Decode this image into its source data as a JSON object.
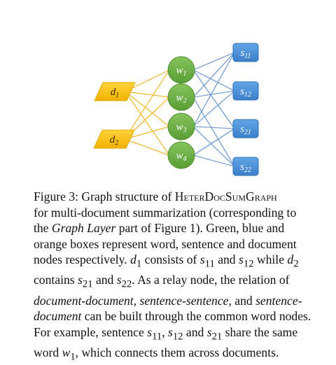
{
  "diagram": {
    "documents": [
      {
        "id": "d1",
        "base": "d",
        "sub": "1"
      },
      {
        "id": "d2",
        "base": "d",
        "sub": "2"
      }
    ],
    "words": [
      {
        "id": "w1",
        "base": "w",
        "sub": "1"
      },
      {
        "id": "w2",
        "base": "w",
        "sub": "2"
      },
      {
        "id": "w3",
        "base": "w",
        "sub": "3"
      },
      {
        "id": "w4",
        "base": "w",
        "sub": "4"
      }
    ],
    "sentences": [
      {
        "id": "s11",
        "base": "s",
        "sub": "11"
      },
      {
        "id": "s12",
        "base": "s",
        "sub": "12"
      },
      {
        "id": "s21",
        "base": "s",
        "sub": "21"
      },
      {
        "id": "s22",
        "base": "s",
        "sub": "22"
      }
    ],
    "doc_word_edges": [
      [
        "d1",
        "w1"
      ],
      [
        "d1",
        "w2"
      ],
      [
        "d1",
        "w3"
      ],
      [
        "d1",
        "w4"
      ],
      [
        "d2",
        "w1"
      ],
      [
        "d2",
        "w2"
      ],
      [
        "d2",
        "w3"
      ],
      [
        "d2",
        "w4"
      ]
    ],
    "word_sentence_edges": [
      [
        "w1",
        "s11"
      ],
      [
        "w1",
        "s12"
      ],
      [
        "w1",
        "s21"
      ],
      [
        "w2",
        "s11"
      ],
      [
        "w2",
        "s12"
      ],
      [
        "w2",
        "s22"
      ],
      [
        "w3",
        "s11"
      ],
      [
        "w3",
        "s12"
      ],
      [
        "w3",
        "s21"
      ],
      [
        "w3",
        "s22"
      ],
      [
        "w4",
        "s21"
      ],
      [
        "w4",
        "s22"
      ]
    ],
    "colors": {
      "document_fill": "#f5c400",
      "document_stroke": "#e0a800",
      "word_fill": "#6fb246",
      "word_stroke": "#4e8e2c",
      "sentence_fill": "#4a90d9",
      "sentence_stroke": "#2f6fb3",
      "doc_edge": "#f2b82e",
      "sent_edge": "#5b8fd0"
    }
  },
  "caption": {
    "l1": {
      "a": "Figure 3: Graph structure of ",
      "b": "HeterDocSumGraph"
    },
    "l2": "for multi-document summarization (corresponding to",
    "l3": {
      "a": "the ",
      "b": "Graph Layer",
      "c": " part of Figure 1).  Green, blue and"
    },
    "l4": "orange boxes represent word, sentence and document",
    "l5": {
      "a": "nodes respectively. ",
      "b": "d",
      "c": "1",
      "d": " consists of ",
      "e": "s",
      "f": "11",
      "g": " and ",
      "h": "s",
      "i": "12",
      "j": " while ",
      "k": "d",
      "l": "2"
    },
    "l6": {
      "a": "contains ",
      "b": "s",
      "c": "21",
      "d": " and ",
      "e": "s",
      "f": "22",
      "g": ".  As a relay node, the relation of"
    },
    "l7": {
      "a": "document-document",
      "b": ", ",
      "c": "sentence-sentence",
      "d": ", and ",
      "e": "sentence-"
    },
    "l8": {
      "a": "document",
      "b": " can be built through the common word nodes."
    },
    "l9": {
      "a": "For example, sentence ",
      "b": "s",
      "c": "11",
      "d": ", ",
      "e": "s",
      "f": "12",
      "g": " and ",
      "h": "s",
      "i": "21",
      "j": " share the same"
    },
    "l10": {
      "a": "word ",
      "b": "w",
      "c": "1",
      "d": ", which connects them across documents."
    }
  }
}
